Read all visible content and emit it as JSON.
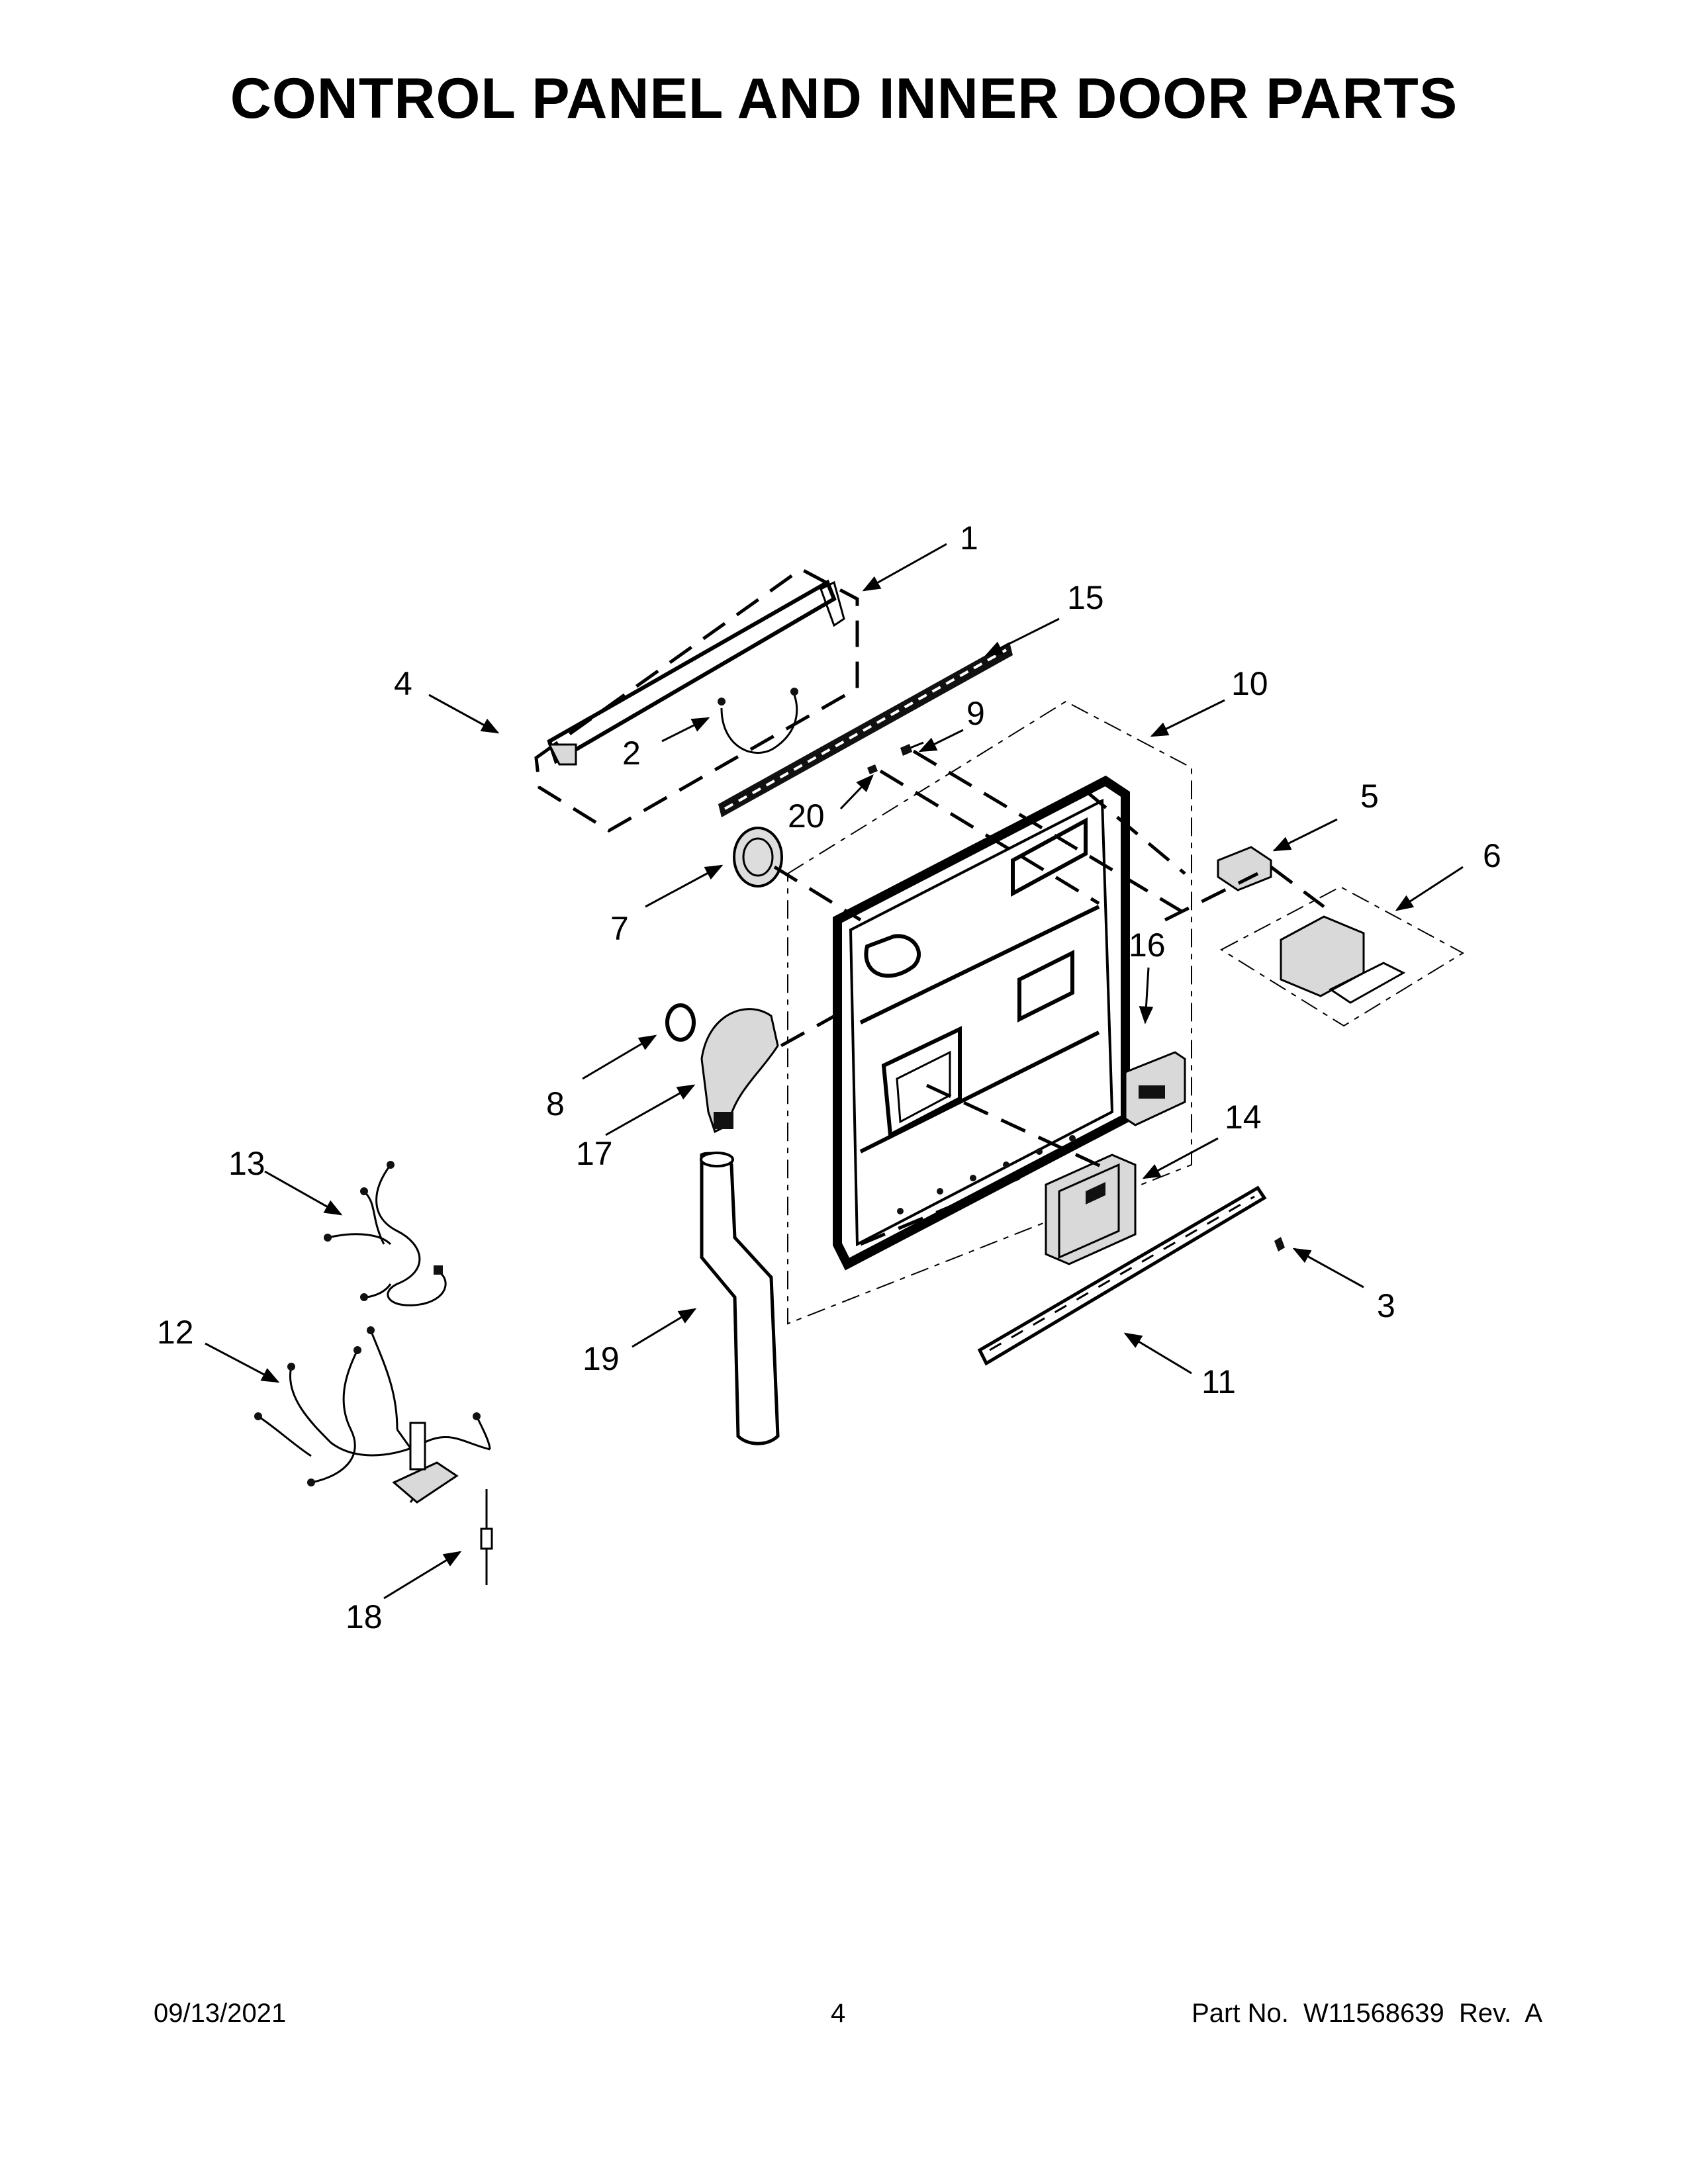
{
  "title": "CONTROL PANEL AND INNER DOOR PARTS",
  "callouts": [
    "1",
    "2",
    "3",
    "4",
    "5",
    "6",
    "7",
    "8",
    "9",
    "10",
    "11",
    "12",
    "13",
    "14",
    "15",
    "16",
    "17",
    "18",
    "19",
    "20"
  ],
  "footer": {
    "date": "09/13/2021",
    "page": "4",
    "part_label": "Part No.  W11568639  Rev.  A"
  }
}
